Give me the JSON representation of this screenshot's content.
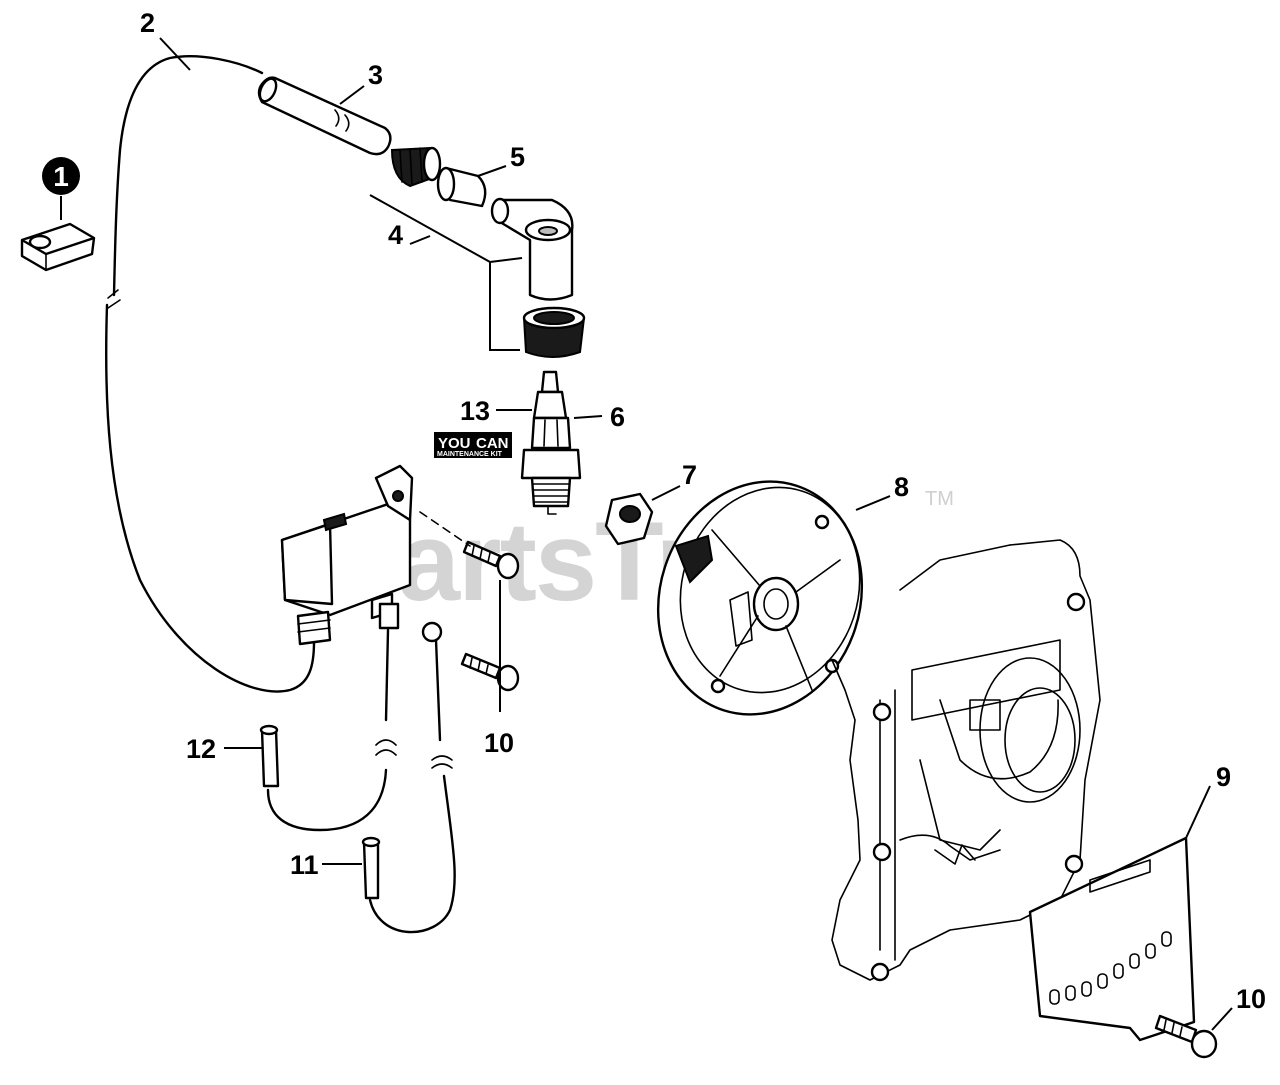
{
  "watermark": {
    "text": "PartsTree",
    "trademark": "TM"
  },
  "note_marker": "1",
  "kit_badge": {
    "line1": "YOU",
    "line2": "CAN",
    "line3": "MAINTENANCE KIT"
  },
  "callouts": [
    {
      "id": "c2",
      "text": "2"
    },
    {
      "id": "c3",
      "text": "3"
    },
    {
      "id": "c4",
      "text": "4"
    },
    {
      "id": "c5",
      "text": "5"
    },
    {
      "id": "c6",
      "text": "6"
    },
    {
      "id": "c7",
      "text": "7"
    },
    {
      "id": "c8",
      "text": "8"
    },
    {
      "id": "c9",
      "text": "9"
    },
    {
      "id": "c10a",
      "text": "10"
    },
    {
      "id": "c10b",
      "text": "10"
    },
    {
      "id": "c11",
      "text": "11"
    },
    {
      "id": "c12",
      "text": "12"
    },
    {
      "id": "c13",
      "text": "13"
    }
  ]
}
